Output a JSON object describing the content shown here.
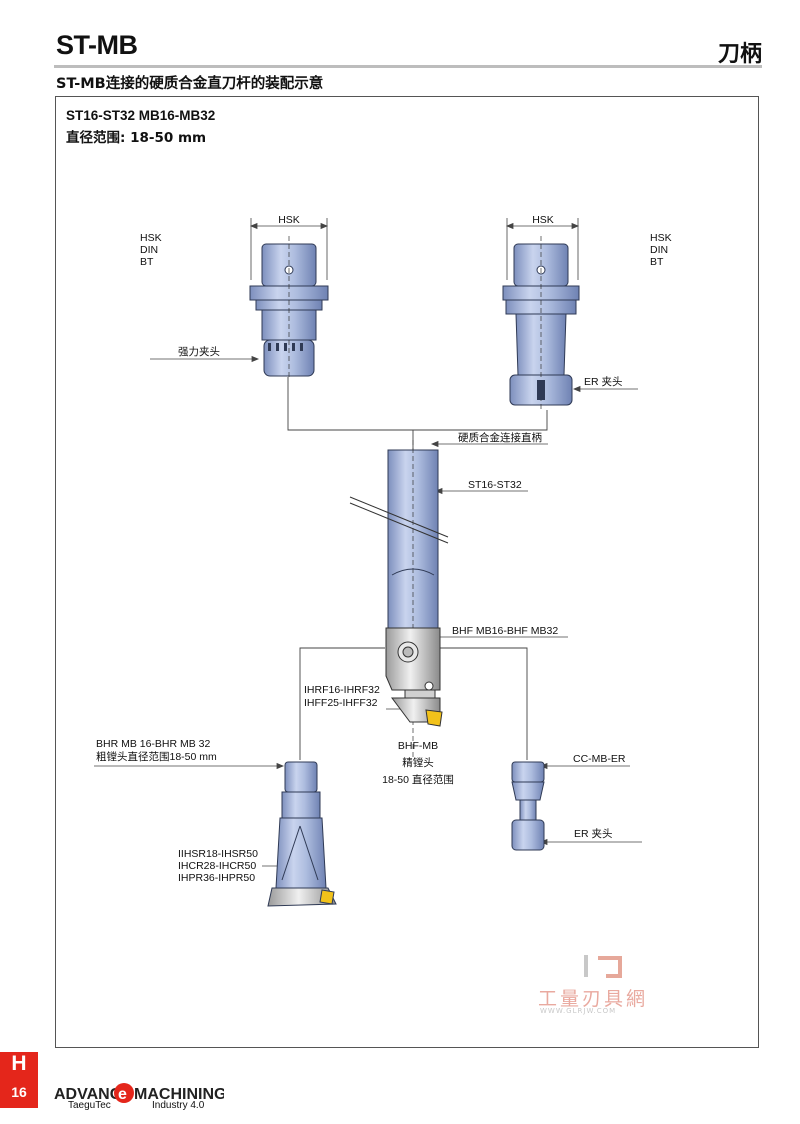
{
  "header": {
    "title": "ST-MB",
    "category": "刀柄",
    "subtitle": "ST-MB连接的硬质合金直刀杆的装配示意"
  },
  "figure": {
    "heading": "ST16-ST32 MB16-MB32",
    "range": "直径范围: 18-50 mm",
    "labels": {
      "hsk_dim_left": "HSK",
      "hsk_dim_right": "HSK",
      "spindle_types_left": [
        "HSK",
        "DIN",
        "BT"
      ],
      "spindle_types_right": [
        "HSK",
        "DIN",
        "BT"
      ],
      "power_chuck": "强力夹头",
      "er_collet_top": "ER 夹头",
      "carbide_shank": "硬质合金连接直柄",
      "st_range": "ST16-ST32",
      "bhf_range": "BHF MB16-BHF MB32",
      "insert_holder_1": "IHRF16-IHRF32",
      "insert_holder_2": "IHFF25-IHFF32",
      "bhf_mb": "BHF-MB",
      "fine_boring_head": "精镗头",
      "fine_boring_range": "18-50 直径范围",
      "bhr_range": "BHR MB 16-BHR MB 32",
      "rough_boring": "粗镗头直径范围18-50 mm",
      "ihsr": "IIHSR18-IHSR50",
      "ihcr": "IHCR28-IHCR50",
      "ihpr": "IHPR36-IHPR50",
      "cc_mb_er": "CC-MB-ER",
      "er_collet_bottom": "ER  夹头"
    }
  },
  "footer": {
    "page_letter": "H",
    "page_number": "16",
    "brand_left": "ADVANC",
    "brand_e": "e",
    "brand_right": "MACHINING",
    "brand_sub_left": "TaeguTec",
    "brand_sub_right": "Industry 4.0"
  },
  "watermark": {
    "text": "工量刃具網",
    "url": "WWW.GLRJW.COM"
  },
  "colors": {
    "tool_blue": "#a9b8dc",
    "tool_blue_dark": "#6d7fae",
    "accent_red": "#e4261b",
    "insert_yellow": "#f2c21a"
  }
}
